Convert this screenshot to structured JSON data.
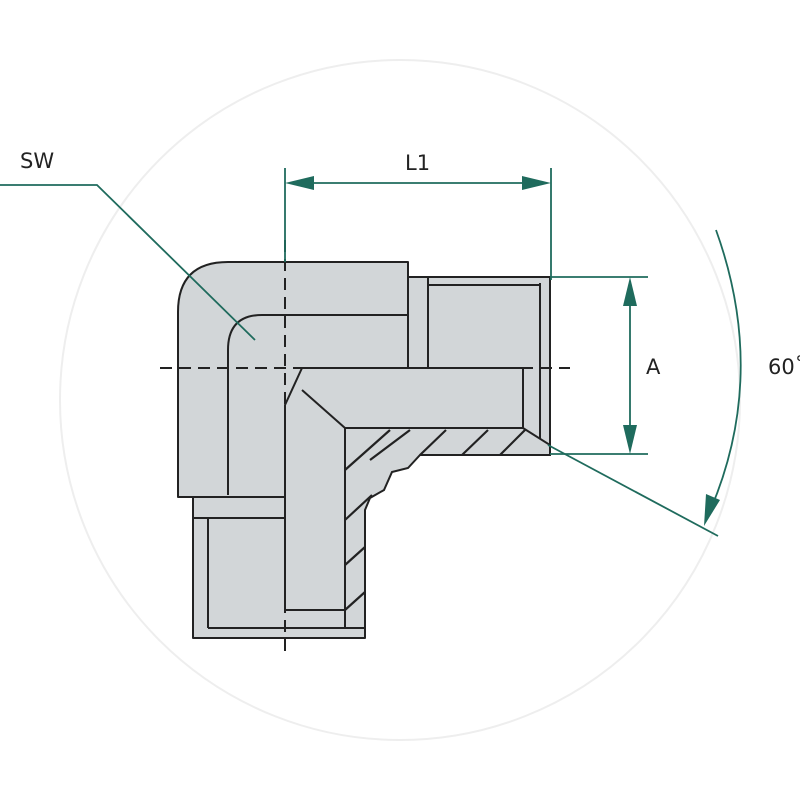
{
  "labels": {
    "sw": "SW",
    "l1": "L1",
    "a": "A",
    "angle": "60˚"
  },
  "colors": {
    "dimension_line": "#1f6b5d",
    "body_fill": "#d2d6d8",
    "outline": "#222222"
  }
}
